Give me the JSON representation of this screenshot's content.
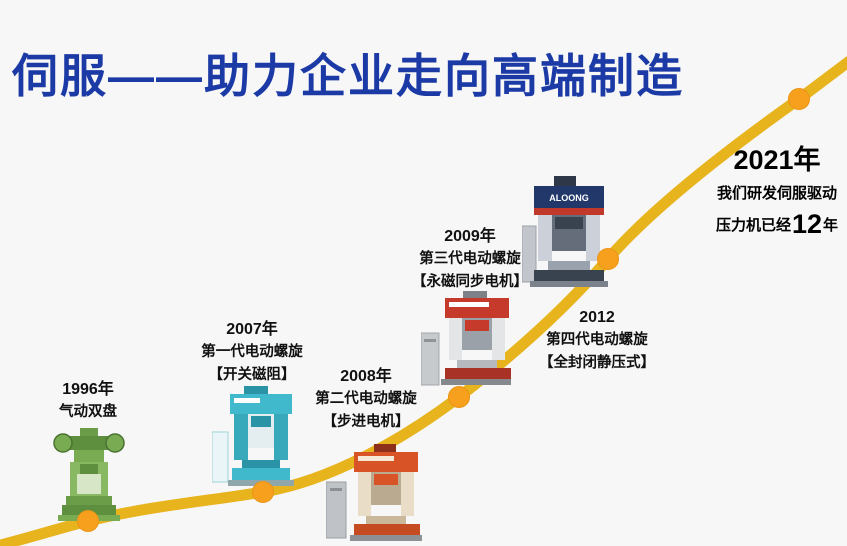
{
  "page": {
    "background": "#f7f7f7"
  },
  "title": {
    "text": "伺服——助力企业走向高端制造",
    "color": "#1b3aa6"
  },
  "curve": {
    "line_color": "#e7b41e",
    "marker_color": "#f6a01d"
  },
  "milestones": [
    {
      "year": "1996年",
      "line1": "气动双盘",
      "line2": "",
      "machine_icon": "green-double-disc-press-icon",
      "machine_color": "#79ab52"
    },
    {
      "year": "2007年",
      "line1": "第一代电动螺旋",
      "line2": "【开关磁阻】",
      "machine_icon": "teal-electric-screw-press-icon",
      "machine_color": "#41b9cc"
    },
    {
      "year": "2008年",
      "line1": "第二代电动螺旋",
      "line2": "【步进电机】",
      "machine_icon": "orange-electric-screw-press-icon",
      "machine_color": "#d85427"
    },
    {
      "year": "2009年",
      "line1": "第三代电动螺旋",
      "line2": "【永磁同步电机】",
      "machine_icon": "red-electric-screw-press-icon",
      "machine_color": "#c63a2c"
    },
    {
      "year": "2012",
      "line1": "第四代电动螺旋",
      "line2": "【全封闭静压式】",
      "machine_icon": "navy-electric-screw-press-icon",
      "machine_color": "#22386b",
      "machine_brand": "ALOONG"
    }
  ],
  "finale": {
    "year": "2021年",
    "line1": "我们研发伺服驱动",
    "line2_prefix": "压力机已经",
    "line2_number": "12",
    "line2_suffix": "年"
  }
}
